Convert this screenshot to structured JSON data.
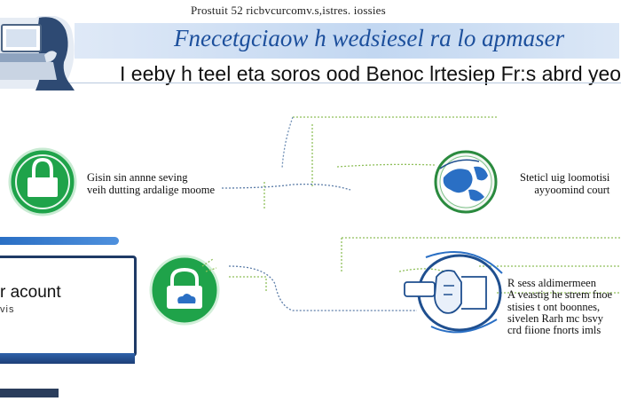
{
  "header": {
    "top_caption": "Prostuit 52 ricbvcurcomv.s,istres. iossies",
    "title": "Fnecetgciaow h wedsiesel ra lo apmaser",
    "subtitle": "I eeby h teel eta soros ood Benoc lrtesiep Fr:s abrd yeobr"
  },
  "nodes": [
    {
      "name": "lock-node",
      "icon": "padlock-icon",
      "color": "#1fa34a",
      "label_lines": [
        "Gisin sin annne seving",
        "veih dutting ardalige moome"
      ]
    },
    {
      "name": "globe-node",
      "icon": "globe-icon",
      "color": "#2a6fc4",
      "label_lines": [
        "Steticl uig loomotisi",
        "ayyoomind court"
      ]
    },
    {
      "name": "secure-lock-node",
      "icon": "padlock-cloud-icon",
      "color": "#1fa34a",
      "label_lines": []
    },
    {
      "name": "face-node",
      "icon": "face-scan-icon",
      "color": "#2a6fc4",
      "label_lines": [
        "R sess aldimermeen",
        "A veastig he strem fnoe",
        "stisies t ont boonnes,",
        "sivelen Rarh mc bsvy",
        "crd fiione fnorts imls"
      ]
    }
  ],
  "account_panel": {
    "label": "r acount",
    "sublabel": "vis"
  },
  "colors": {
    "accent_blue": "#2a6fc4",
    "green": "#1fa34a",
    "dotted_line": "#8fbf5a"
  }
}
